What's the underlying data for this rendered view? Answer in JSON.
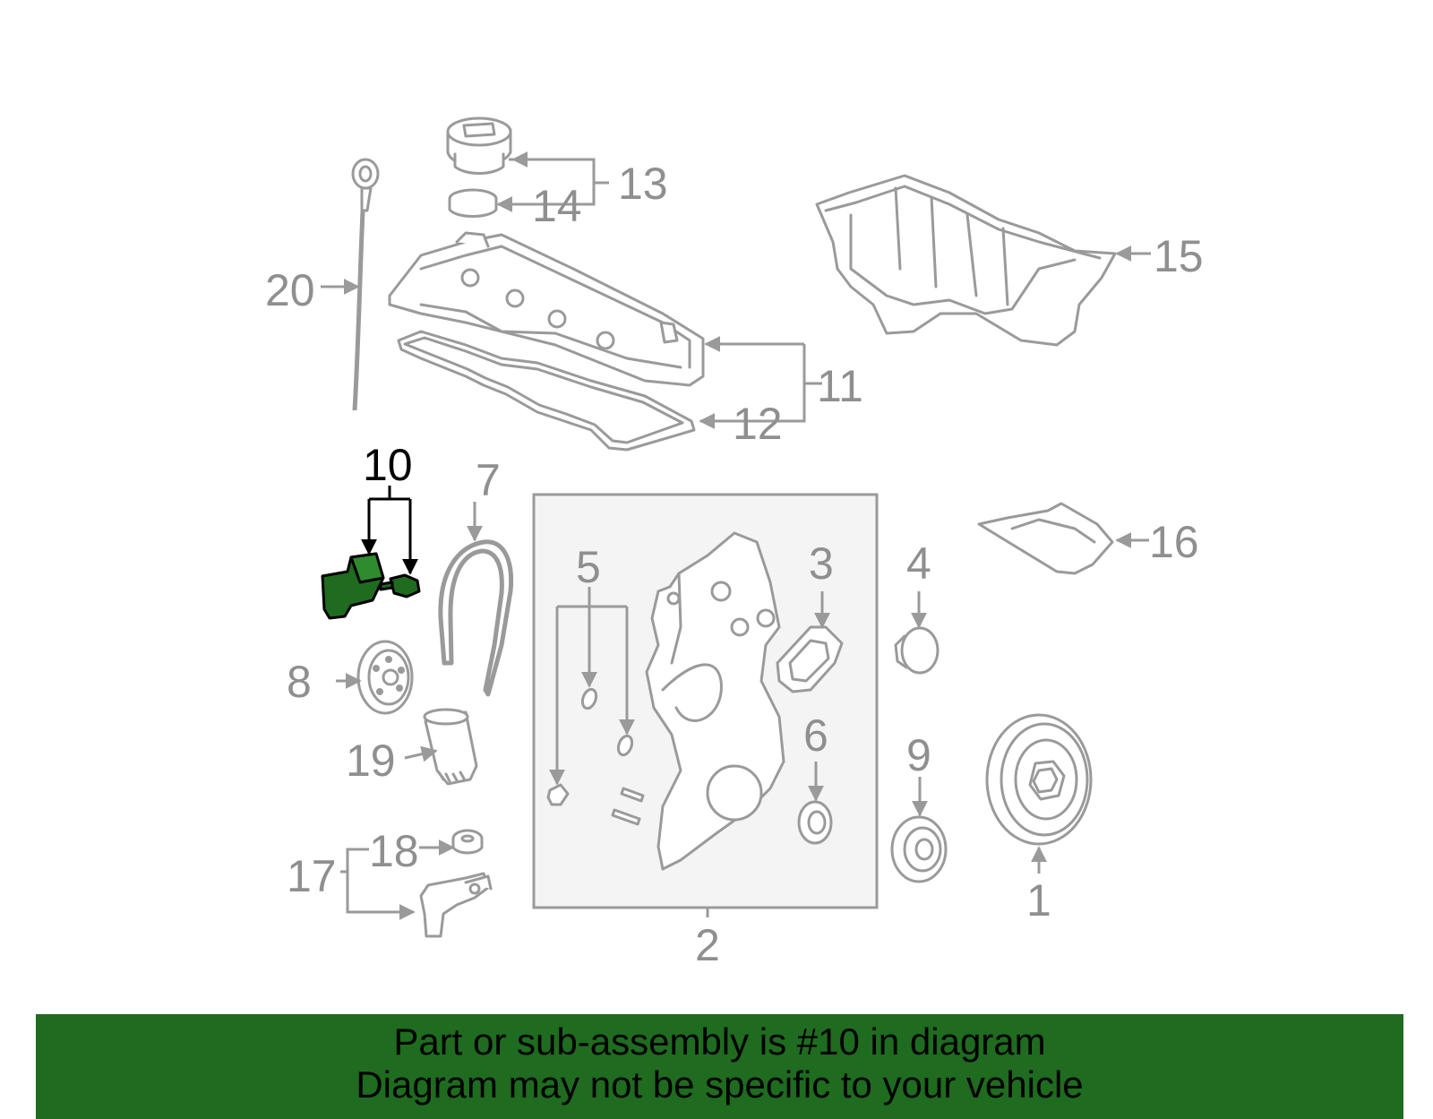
{
  "diagram": {
    "highlighted_part": "10",
    "callouts": {
      "c1": "1",
      "c2": "2",
      "c3": "3",
      "c4": "4",
      "c5": "5",
      "c6": "6",
      "c7": "7",
      "c8": "8",
      "c9": "9",
      "c10": "10",
      "c11": "11",
      "c12": "12",
      "c13": "13",
      "c14": "14",
      "c15": "15",
      "c16": "16",
      "c17": "17",
      "c18": "18",
      "c19": "19",
      "c20": "20"
    },
    "colors": {
      "highlight": "#1f6b1f",
      "line_art": "#9a9a9a",
      "highlight_outline": "#000000"
    }
  },
  "banner": {
    "line1": "Part or sub-assembly is #10 in diagram",
    "line2": "Diagram may not be specific to your vehicle"
  }
}
